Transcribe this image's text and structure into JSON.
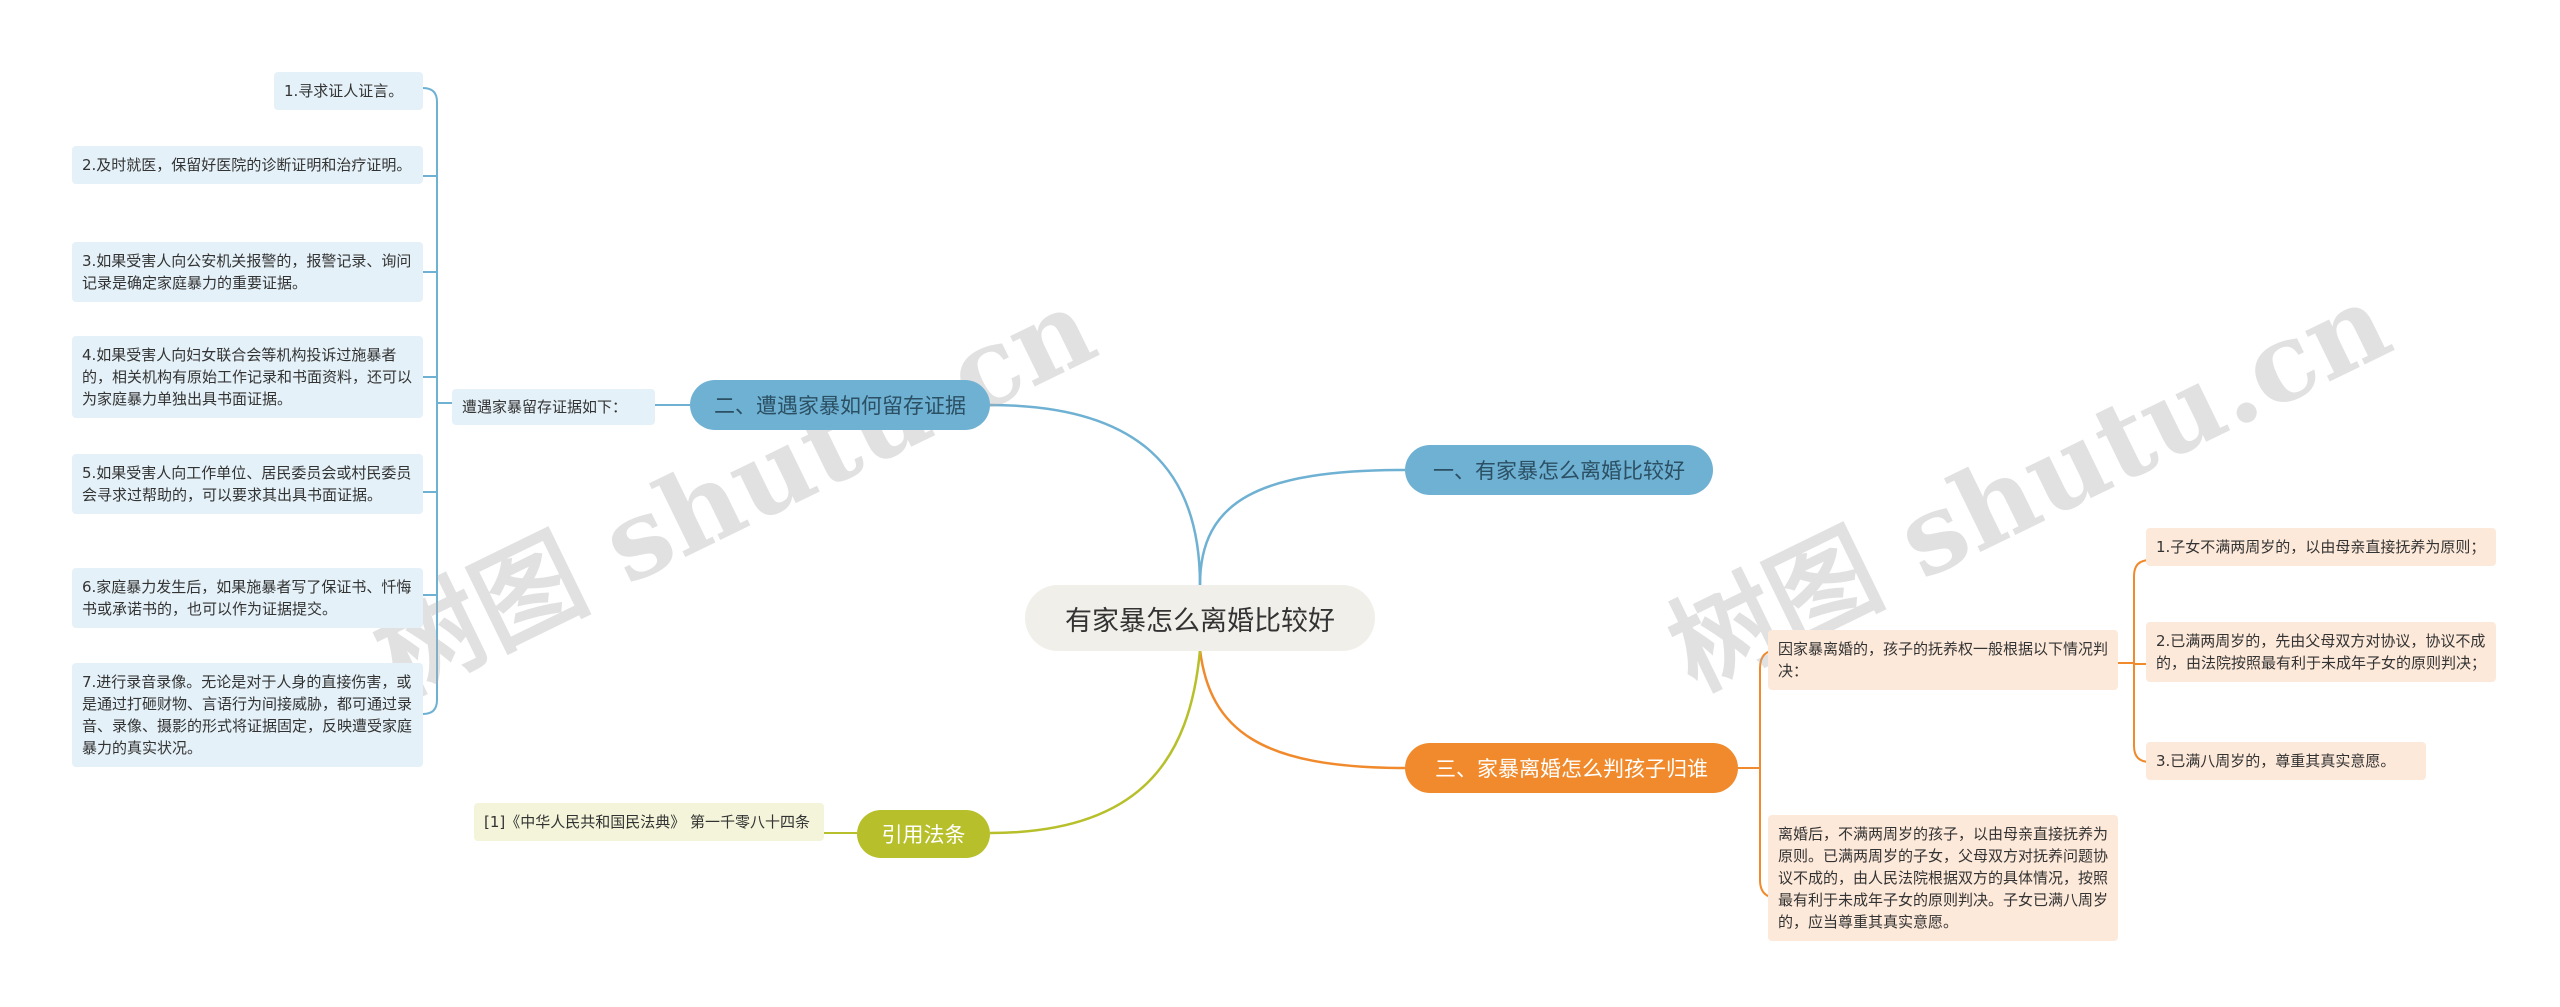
{
  "center": {
    "title": "有家暴怎么离婚比较好"
  },
  "branches": {
    "b1": {
      "label": "一、有家暴怎么离婚比较好"
    },
    "b2": {
      "label": "二、遭遇家暴如何留存证据",
      "sub_label": "遭遇家暴留存证据如下：",
      "items": [
        "1.寻求证人证言。",
        "2.及时就医，保留好医院的诊断证明和治疗证明。",
        "3.如果受害人向公安机关报警的，报警记录、询问记录是确定家庭暴力的重要证据。",
        "4.如果受害人向妇女联合会等机构投诉过施暴者的，相关机构有原始工作记录和书面资料，还可以为家庭暴力单独出具书面证据。",
        "5.如果受害人向工作单位、居民委员会或村民委员会寻求过帮助的，可以要求其出具书面证据。",
        "6.家庭暴力发生后，如果施暴者写了保证书、忏悔书或承诺书的，也可以作为证据提交。",
        "7.进行录音录像。无论是对于人身的直接伤害，或是通过打砸财物、言语行为间接威胁，都可通过录音、录像、摄影的形式将证据固定，反映遭受家庭暴力的真实状况。"
      ]
    },
    "b3": {
      "label": "三、家暴离婚怎么判孩子归谁",
      "intro": "因家暴离婚的，孩子的抚养权一般根据以下情况判决：",
      "items": [
        "1.子女不满两周岁的，以由母亲直接抚养为原则；",
        "2.已满两周岁的，先由父母双方对协议，协议不成的，由法院按照最有利于未成年子女的原则判决；",
        "3.已满八周岁的，尊重其真实意愿。"
      ],
      "summary": "离婚后，不满两周岁的孩子，以由母亲直接抚养为原则。已满两周岁的子女，父母双方对抚养问题协议不成的，由人民法院根据双方的具体情况，按照最有利于未成年子女的原则判决。子女已满八周岁的，应当尊重其真实意愿。"
    },
    "b4": {
      "label": "引用法条",
      "items": [
        "[1]《中华人民共和国民法典》 第一千零八十四条"
      ]
    }
  },
  "watermarks": [
    "树图 shutu.cn",
    "树图 shutu.cn"
  ],
  "colors": {
    "blue": "#6fb1d3",
    "orange": "#f08a2c",
    "olive": "#b7bf2a",
    "center_bg": "#f0efea"
  }
}
